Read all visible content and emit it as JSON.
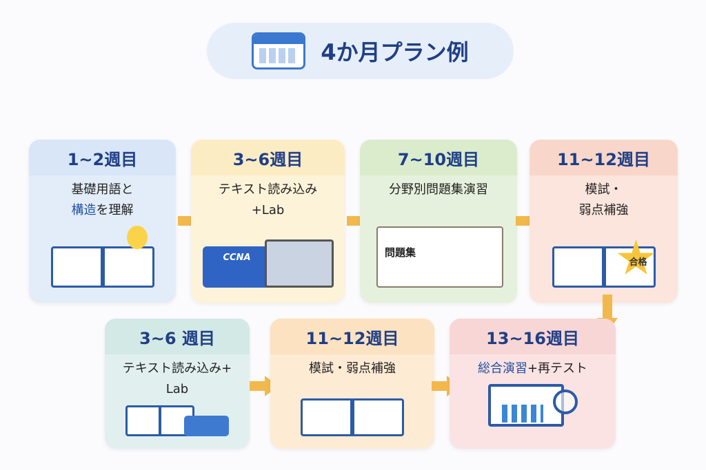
{
  "title": "4か月プラン例",
  "top_row": [
    {
      "weeks": "1~2週目",
      "line1": "基礎用語と",
      "line2_blue": "構造",
      "line2": "を理解",
      "bg": "#e3edf9"
    },
    {
      "weeks": "3~6週目",
      "line1": "テキスト読み込み",
      "line2": "+Lab",
      "bg": "#fdf3d9",
      "label": "CCNA"
    },
    {
      "weeks": "7~10週目",
      "line1": "分野別問題集演習",
      "bg": "#e6f1dd",
      "label": "問題集"
    },
    {
      "weeks": "11~12週目",
      "line1": "模試・",
      "line2": "弱点補強",
      "bg": "#fbe5dc",
      "label": "合格"
    }
  ],
  "bottom_row": [
    {
      "weeks": "3~6 週目",
      "line1": "テキスト読み込み+",
      "line2": "Lab",
      "bg": "#e1f0ee"
    },
    {
      "weeks": "11~12週目",
      "line1": "模試・弱点補強",
      "bg": "#fdebd4"
    },
    {
      "weeks": "13~16週目",
      "line1_blue": "総合演習",
      "line1": "+再テスト",
      "bg": "#fbe3e3"
    }
  ]
}
